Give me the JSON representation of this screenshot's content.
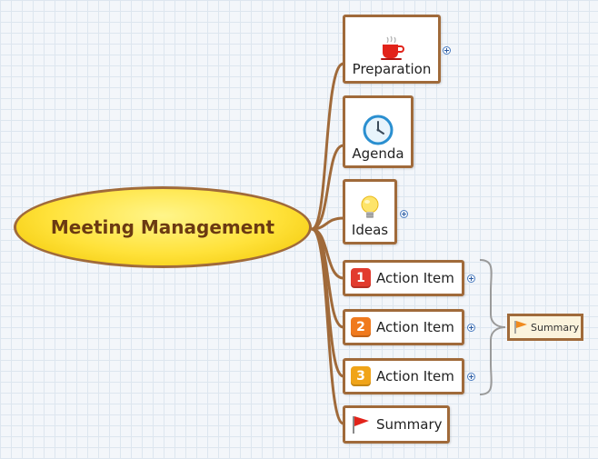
{
  "central_topic": {
    "label": "Meeting Management"
  },
  "topics": [
    {
      "label": "Preparation",
      "icon": "coffee-cup-icon",
      "collapsed": true
    },
    {
      "label": "Agenda",
      "icon": "clock-icon",
      "collapsed": false
    },
    {
      "label": "Ideas",
      "icon": "lightbulb-icon",
      "collapsed": true
    },
    {
      "label": "Action Item",
      "icon": "priority-1-icon",
      "badge": "1",
      "collapsed": true
    },
    {
      "label": "Action Item",
      "icon": "priority-2-icon",
      "badge": "2",
      "collapsed": true
    },
    {
      "label": "Action Item",
      "icon": "priority-3-icon",
      "badge": "3",
      "collapsed": true
    },
    {
      "label": "Summary",
      "icon": "red-flag-icon",
      "collapsed": false
    }
  ],
  "summary_callout": {
    "label": "Summary",
    "icon": "orange-flag-icon"
  },
  "colors": {
    "branch": "#a06a3a",
    "central_fill": "#ffe23a",
    "central_text": "#6b3a12",
    "priority_1": "#e23b2e",
    "priority_2": "#f07a1e",
    "priority_3": "#f0a419",
    "bracket": "#9a9a9a"
  }
}
